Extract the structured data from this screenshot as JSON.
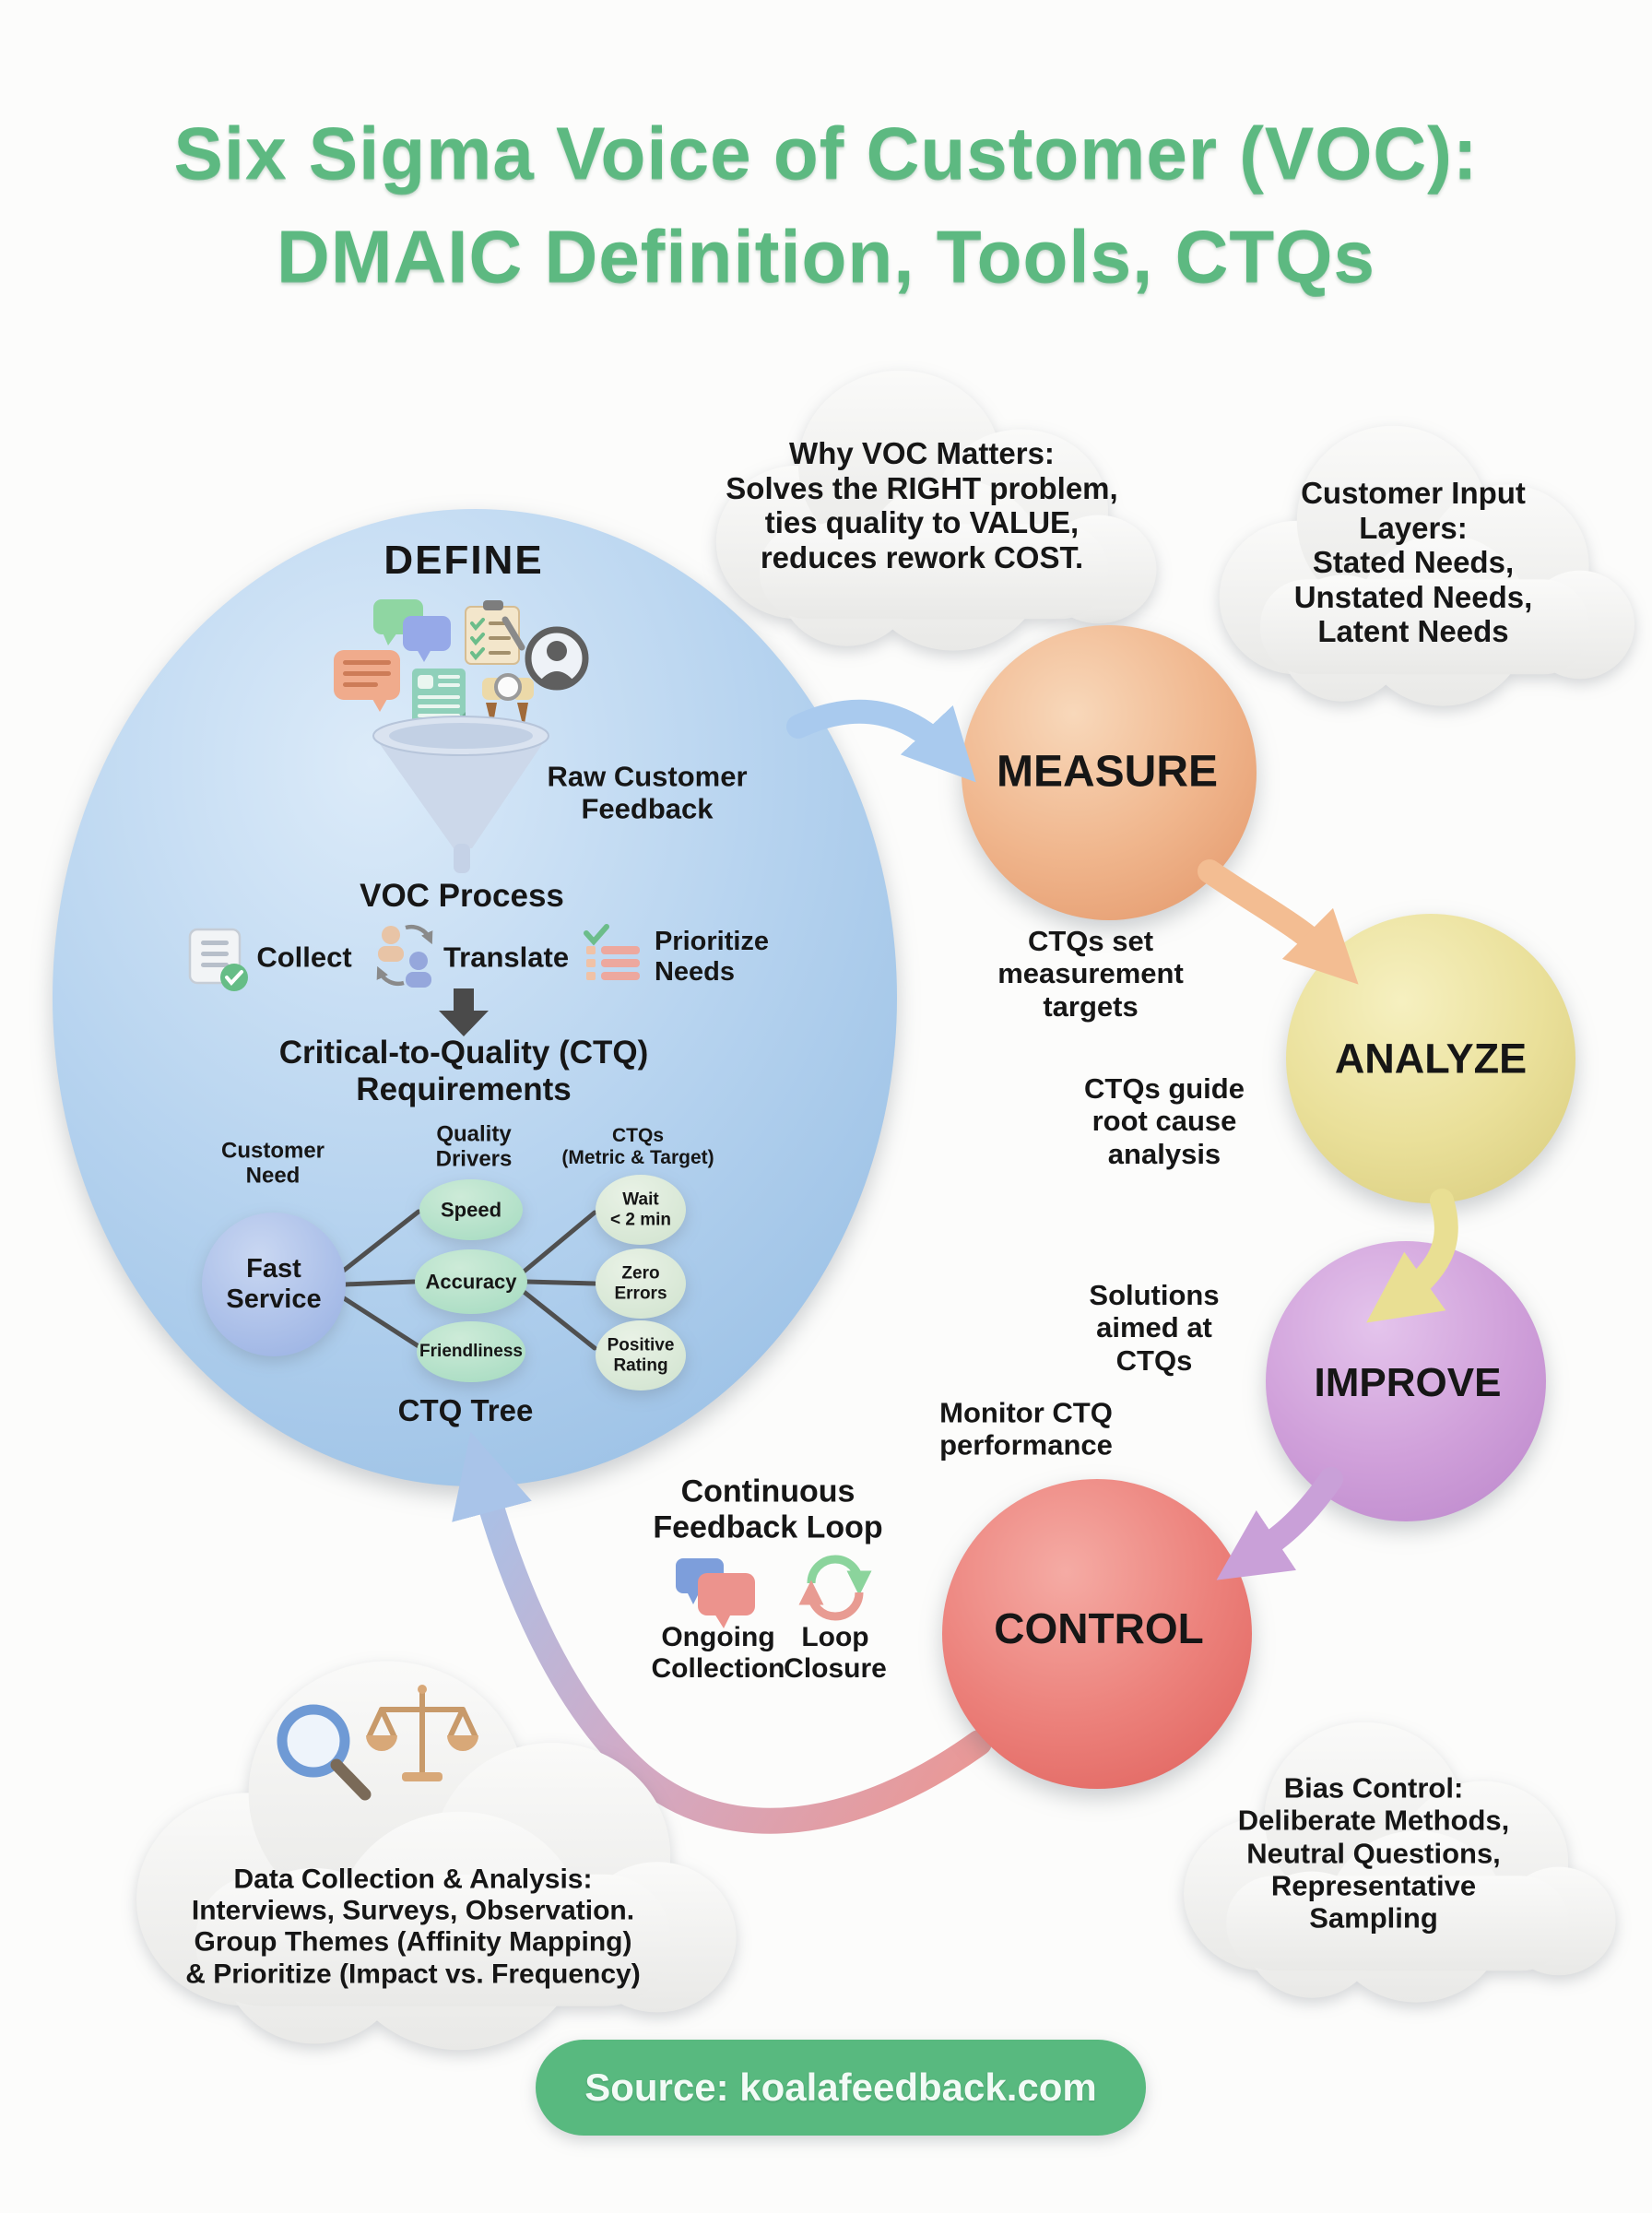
{
  "title": {
    "line1": "Six Sigma Voice of Customer (VOC):",
    "line2": "DMAIC Definition, Tools, CTQs"
  },
  "clouds": {
    "why_voc": "Why VOC Matters:\nSolves the RIGHT problem,\nties quality to VALUE,\nreduces rework COST.",
    "customer_input": "Customer Input Layers:\nStated Needs,\nUnstated Needs,\nLatent Needs",
    "data_collection": "Data Collection & Analysis:\nInterviews, Surveys, Observation.\nGroup Themes (Affinity Mapping)\n& Prioritize (Impact vs. Frequency)",
    "bias_control": "Bias Control:\nDeliberate Methods,\nNeutral Questions,\nRepresentative Sampling"
  },
  "define": {
    "label": "DEFINE",
    "raw_feedback": "Raw Customer\nFeedback",
    "voc_process": "VOC Process",
    "steps": [
      {
        "label": "Collect"
      },
      {
        "label": "Translate"
      },
      {
        "label": "Prioritize\nNeeds"
      }
    ],
    "ctq_requirements": "Critical-to-Quality (CTQ)\nRequirements",
    "tree": {
      "header_need": "Customer\nNeed",
      "header_drivers": "Quality\nDrivers",
      "header_ctqs": "CTQs\n(Metric & Target)",
      "need": "Fast\nService",
      "drivers": [
        {
          "label": "Speed"
        },
        {
          "label": "Accuracy"
        },
        {
          "label": "Friendliness"
        }
      ],
      "ctqs": [
        {
          "label": "Wait\n< 2 min"
        },
        {
          "label": "Zero\nErrors"
        },
        {
          "label": "Positive\nRating"
        }
      ],
      "label": "CTQ Tree"
    }
  },
  "stages": {
    "measure": {
      "label": "MEASURE",
      "caption": "CTQs set\nmeasurement\ntargets"
    },
    "analyze": {
      "label": "ANALYZE",
      "caption": "CTQs guide\nroot cause\nanalysis"
    },
    "improve": {
      "label": "IMPROVE",
      "caption": "Solutions\naimed at\nCTQs"
    },
    "control": {
      "label": "CONTROL",
      "caption": "Monitor CTQ\nperformance"
    }
  },
  "feedback_loop": {
    "title": "Continuous\nFeedback Loop",
    "items": [
      {
        "label": "Ongoing\nCollection"
      },
      {
        "label": "Loop\nClosure"
      }
    ]
  },
  "source": {
    "label": "Source: koalafeedback.com"
  },
  "colors": {
    "title_green": "#5db981",
    "define_blue": "#b5d2ee",
    "measure_peach": "#efae85",
    "analyze_yellow": "#eae09a",
    "improve_purple": "#cf9cd9",
    "control_red": "#ec827d",
    "cloud_gray": "#f0f0ee",
    "source_green": "#58b97f"
  }
}
